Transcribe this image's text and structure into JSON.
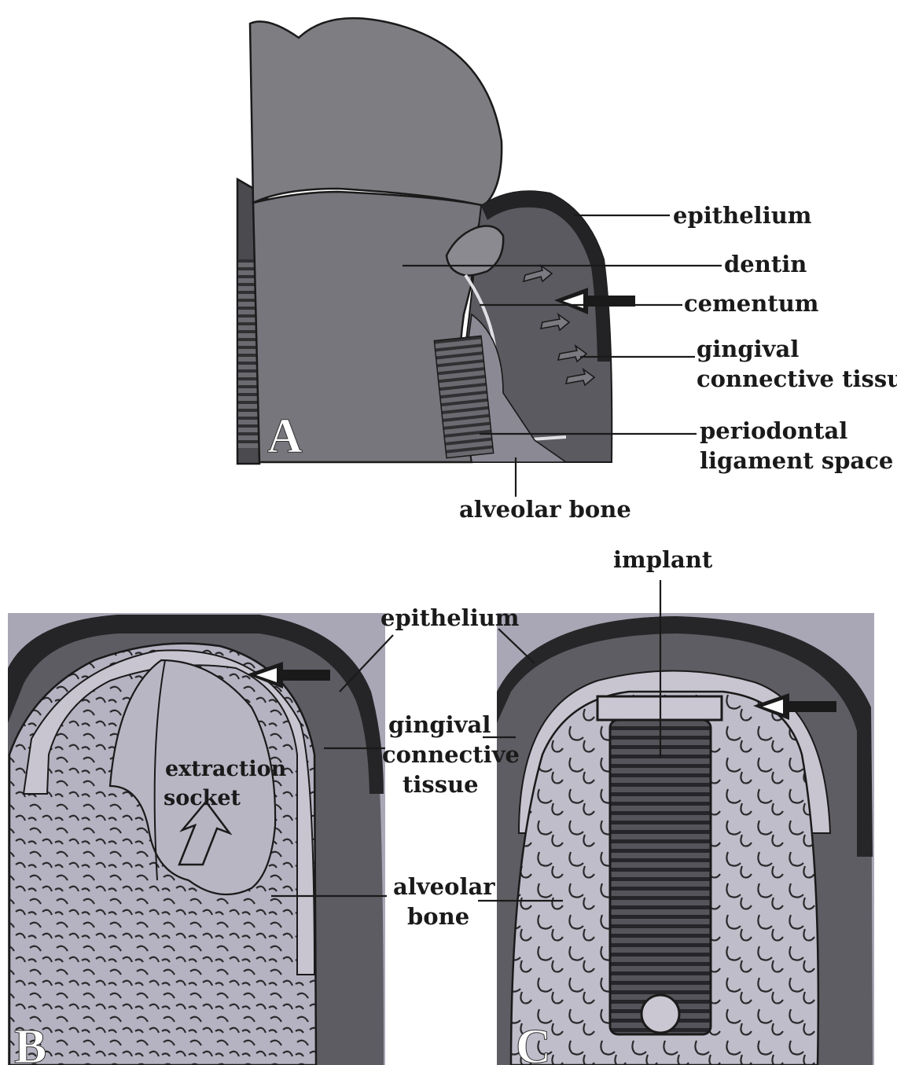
{
  "panels": {
    "a": {
      "letter": "A",
      "labels": {
        "epithelium": "epithelium",
        "dentin": "dentin",
        "cementum": "cementum",
        "gingival_line1": "gingival",
        "gingival_line2": "connective tissue",
        "pdl_line1": "periodontal",
        "pdl_line2": "ligament space",
        "alveolar_bone": "alveolar bone"
      }
    },
    "b": {
      "letter": "B",
      "labels": {
        "socket_line1": "extraction",
        "socket_line2": "socket"
      }
    },
    "c": {
      "letter": "C",
      "labels": {
        "implant": "implant"
      }
    },
    "shared": {
      "epithelium": "epithelium",
      "gingival_line1": "gingival",
      "gingival_line2": "connective",
      "gingival_line3": "tissue",
      "alveolar_line1": "alveolar",
      "alveolar_line2": "bone"
    }
  },
  "colors": {
    "tooth": "#7d7d82",
    "gingiva": "#5e5d63",
    "epithelium": "#2a2a2c",
    "bone": "#a8a6b4",
    "bone_light": "#c6c3cf",
    "implant": "#3a3a3e",
    "background": "#ffffff"
  }
}
